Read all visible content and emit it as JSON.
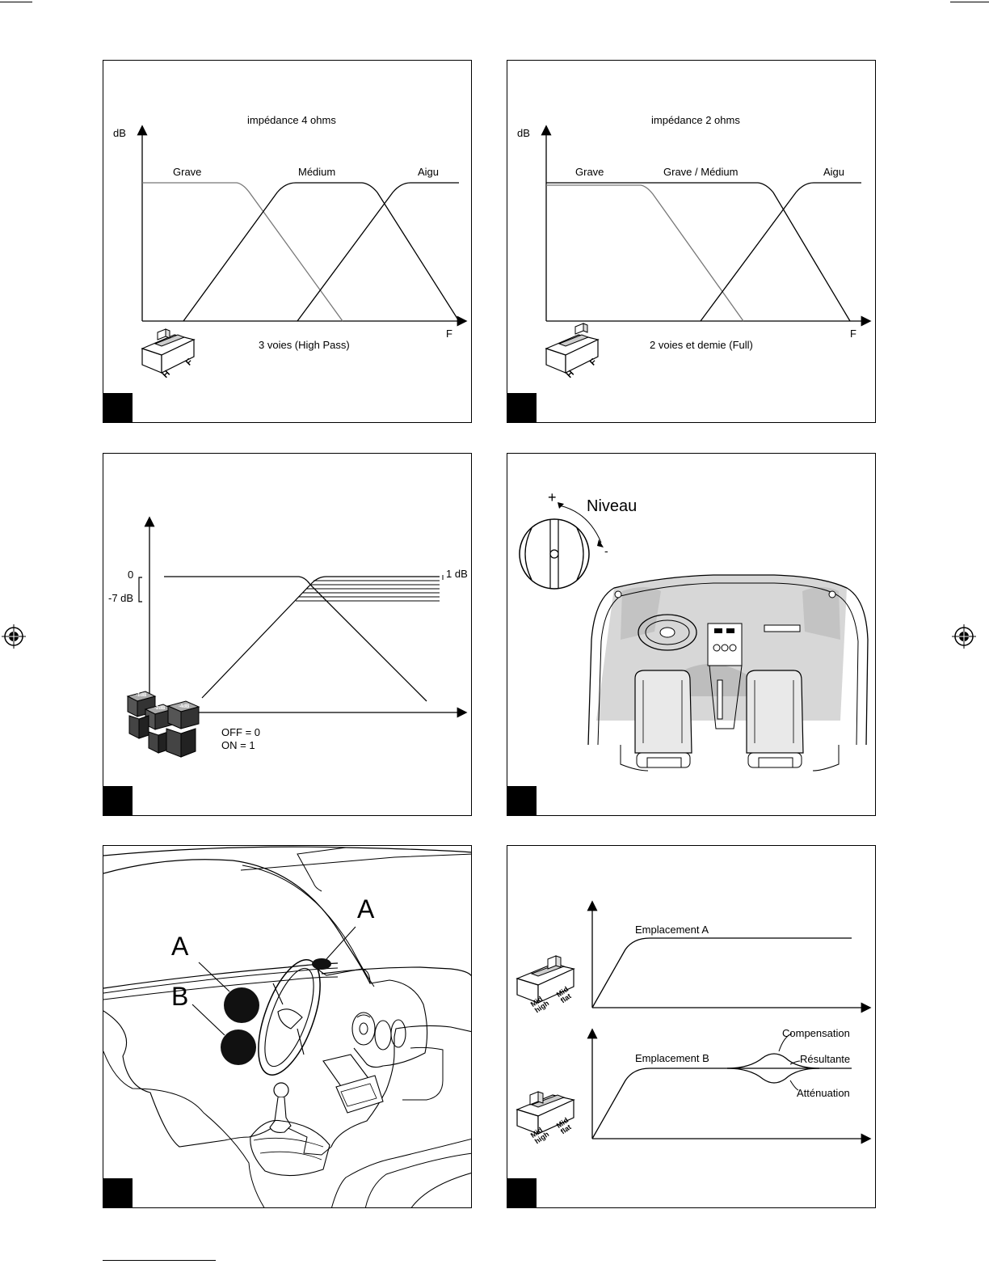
{
  "panel1": {
    "title": "impédance 4 ohms",
    "y_axis": "dB",
    "x_axis": "F",
    "band_low": "Grave",
    "band_mid": "Médium",
    "band_high": "Aigu",
    "caption": "3 voies (High Pass)",
    "switch_left": "H",
    "switch_right": "F"
  },
  "panel2": {
    "title": "impédance 2 ohms",
    "y_axis": "dB",
    "x_axis": "F",
    "band_low": "Grave",
    "band_mid": "Grave / Médium",
    "band_high": "Aigu",
    "caption": "2 voies et demie (Full)",
    "switch_left": "H",
    "switch_right": "F"
  },
  "panel3": {
    "zero": "0",
    "minus7": "-7 dB",
    "one_db": "1 dB",
    "off": "OFF = 0",
    "on": "ON = 1",
    "switch_a": "-1dB",
    "switch_b": "-2dB",
    "switch_c": "-4dB"
  },
  "panel4": {
    "plus": "+",
    "minus": "-",
    "label": "Niveau"
  },
  "panel5": {
    "label_a1": "A",
    "label_a2": "A",
    "label_b": "B"
  },
  "panel6": {
    "location_a": "Emplacement A",
    "location_b": "Emplacement B",
    "compensation": "Compensation",
    "resultante": "Résultante",
    "attenuation": "Atténuation",
    "switch_left": "Mid high",
    "switch_right": "Mid flat"
  }
}
